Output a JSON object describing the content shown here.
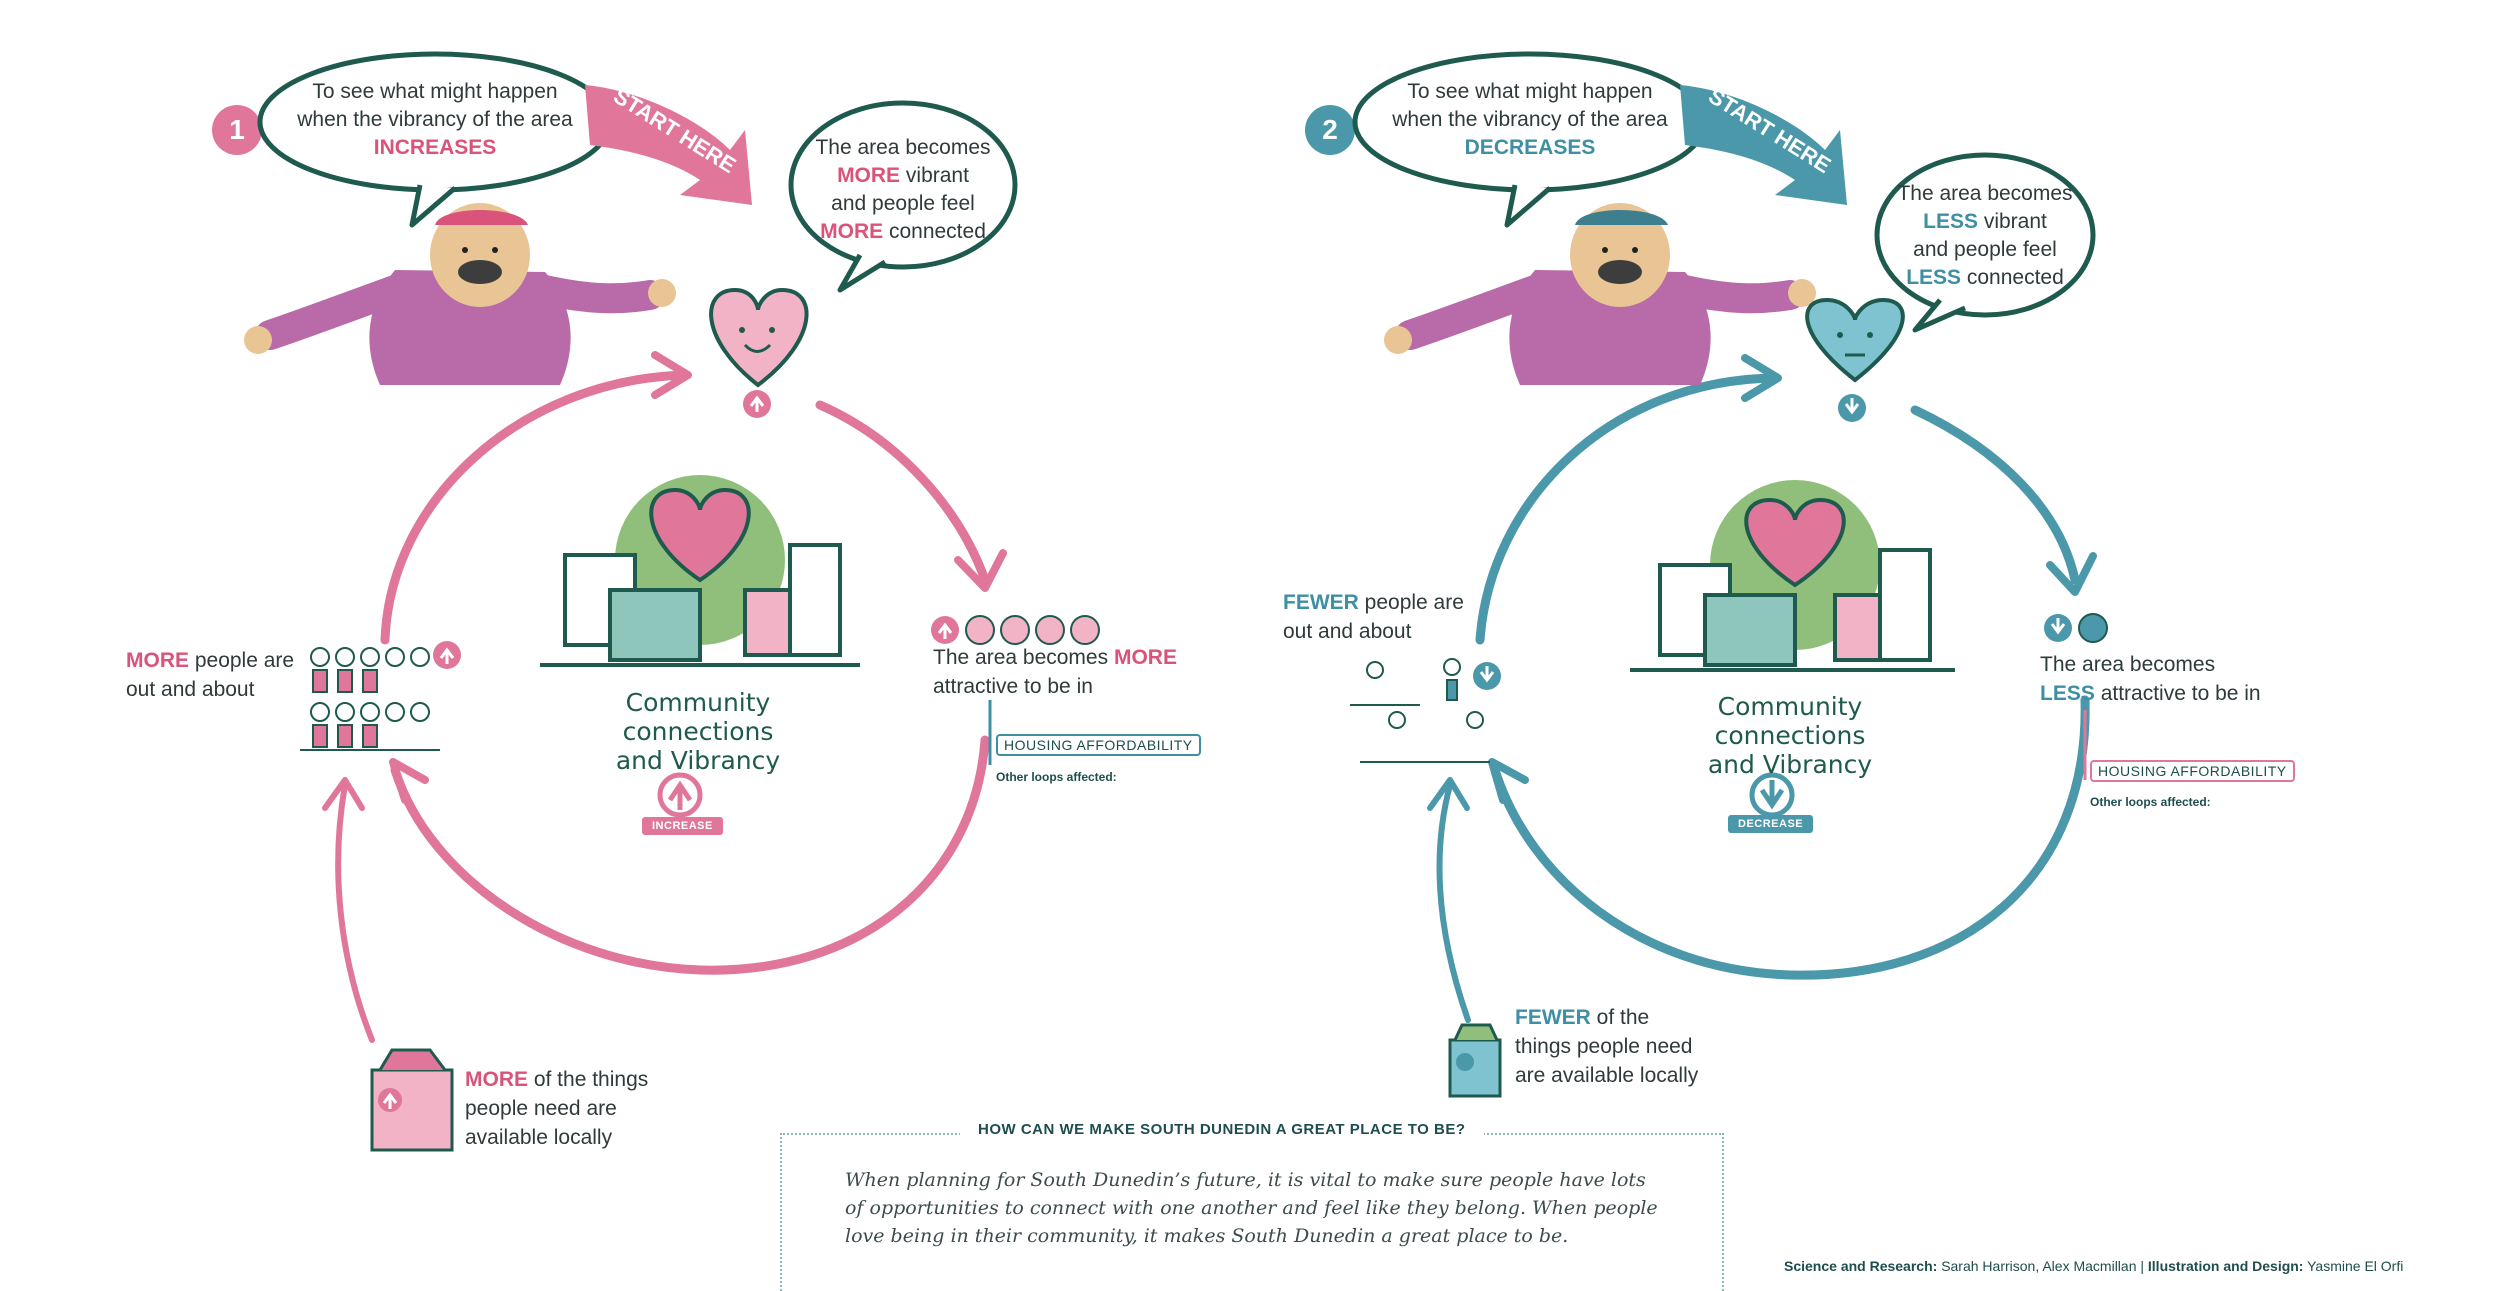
{
  "colors": {
    "pink": "#e0779b",
    "pink_dark": "#d9537a",
    "blue": "#4a98aa",
    "blue_dark": "#3e8fa3",
    "green": "#1f5a4e"
  },
  "left": {
    "badge": "1",
    "start_here": "START HERE",
    "bubble_pre": "To see what might happen when the vibrancy of the area",
    "bubble_key": "INCREASES",
    "heart_bubble": {
      "l1": "The area becomes",
      "k1": "MORE",
      "l2": " vibrant",
      "l3": "and people feel",
      "k2": "MORE",
      "l4": " connected"
    },
    "people_label": {
      "key": "MORE",
      "rest1": " people are",
      "rest2": "out and about"
    },
    "attractive_label": {
      "l1": "The area becomes",
      "key": "MORE",
      "l2": "attractive to be in"
    },
    "housing": "HOUSING AFFORDABILITY",
    "other_loops": "Other loops affected:",
    "center_title_1": "Community connections",
    "center_title_2": "and Vibrancy",
    "tag": "INCREASE",
    "things_label": {
      "key": "MORE",
      "rest1": " of the things",
      "rest2": "people need are",
      "rest3": "available locally"
    }
  },
  "right": {
    "badge": "2",
    "start_here": "START HERE",
    "bubble_pre": "To see what might happen when the vibrancy of the area",
    "bubble_key": "DECREASES",
    "heart_bubble": {
      "l1": "The area becomes",
      "k1": "LESS",
      "l2": " vibrant",
      "l3": "and people feel",
      "k2": "LESS",
      "l4": " connected"
    },
    "people_label": {
      "key": "FEWER",
      "rest1": " people are",
      "rest2": "out and about"
    },
    "attractive_label": {
      "l1": "The area becomes",
      "key": "LESS",
      "l2": " attractive to be in"
    },
    "housing": "HOUSING AFFORDABILITY",
    "other_loops": "Other loops affected:",
    "center_title_1": "Community connections",
    "center_title_2": "and Vibrancy",
    "tag": "DECREASE",
    "things_label": {
      "key": "FEWER",
      "rest1": " of the",
      "rest2": "things people need",
      "rest3": "are available locally"
    }
  },
  "footer": {
    "title": "HOW CAN WE MAKE SOUTH DUNEDIN A GREAT PLACE TO BE?",
    "body": "When planning for South Dunedin’s future, it is vital to make sure people have lots of opportunities to connect with one another and feel like they belong. When people love being in their community, it makes South Dunedin a great place to be.",
    "credits_label_1": "Science and Research:",
    "credits_names_1": "Sarah Harrison, Alex Macmillan |",
    "credits_label_2": "Illustration and Design:",
    "credits_names_2": "Yasmine El Orfi"
  }
}
